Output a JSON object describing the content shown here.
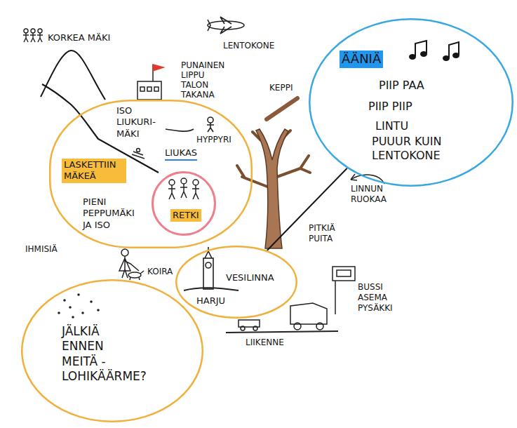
{
  "diagram": {
    "nodes": [
      {
        "text": [
          "ÄÄNIÄ",
          "PIIP PAA",
          "PIIP PIIP",
          "LINTU",
          "PUUUR KUIN LENTOKONE"
        ]
      },
      {
        "text": [
          "ISO LIUKURI-MÄKI",
          "HYPPYRI",
          "LASKETTIIN MÄKEÄ",
          "LIUKAS",
          "PIENI PEPPUMÄKI JA ISO"
        ]
      },
      {
        "text": [
          "RETKI"
        ],
        "in": 1
      },
      {
        "text": [
          "VESILINNA",
          "HARJU"
        ]
      },
      {
        "text": [
          "JÄLKIÄ ENNEN MEITÄ - LOHIKÄÄRME?"
        ]
      }
    ],
    "edges": [
      {
        "from": 0,
        "to": 3,
        "arrow": "none"
      }
    ],
    "labels": [
      "KORKEA MÄKI",
      "LENTOKONE",
      "PUNAINEN LIPPU TALON TAKANA",
      "KEPPI",
      "LINNUN RUOKAA",
      "PITKIÄ PUITA",
      "IHMISIÄ",
      "KOIRA",
      "BUSSI ASEMA PYSÄKKI",
      "LIIKENNE"
    ]
  }
}
